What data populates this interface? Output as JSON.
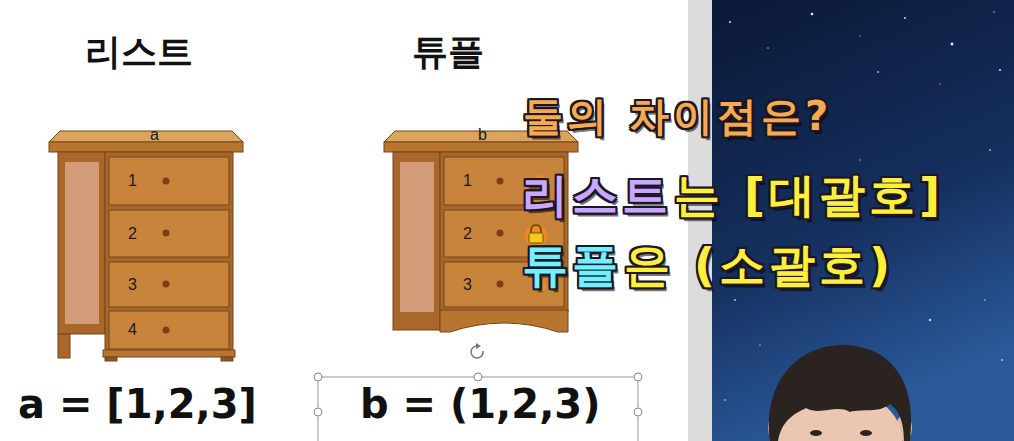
{
  "diagram": {
    "nodes": [
      {
        "text": [
          "a"
        ]
      },
      {
        "text": [
          "1"
        ],
        "in": 0
      },
      {
        "text": [
          "2"
        ],
        "in": 0
      },
      {
        "text": [
          "3"
        ],
        "in": 0
      },
      {
        "text": [
          "4"
        ],
        "in": 0
      },
      {
        "text": [
          "b"
        ]
      },
      {
        "text": [
          "1"
        ],
        "in": 5
      },
      {
        "text": [
          "2"
        ],
        "in": 5
      },
      {
        "text": [
          "3"
        ],
        "in": 5
      }
    ],
    "labels": [
      "리스트",
      "튜플",
      "둘의 차이점은?",
      "리스트",
      "는 [대괄호]",
      "튜플",
      "은 (소괄호)",
      "a = [1,2,3]",
      "b = (1,2,3)"
    ]
  }
}
